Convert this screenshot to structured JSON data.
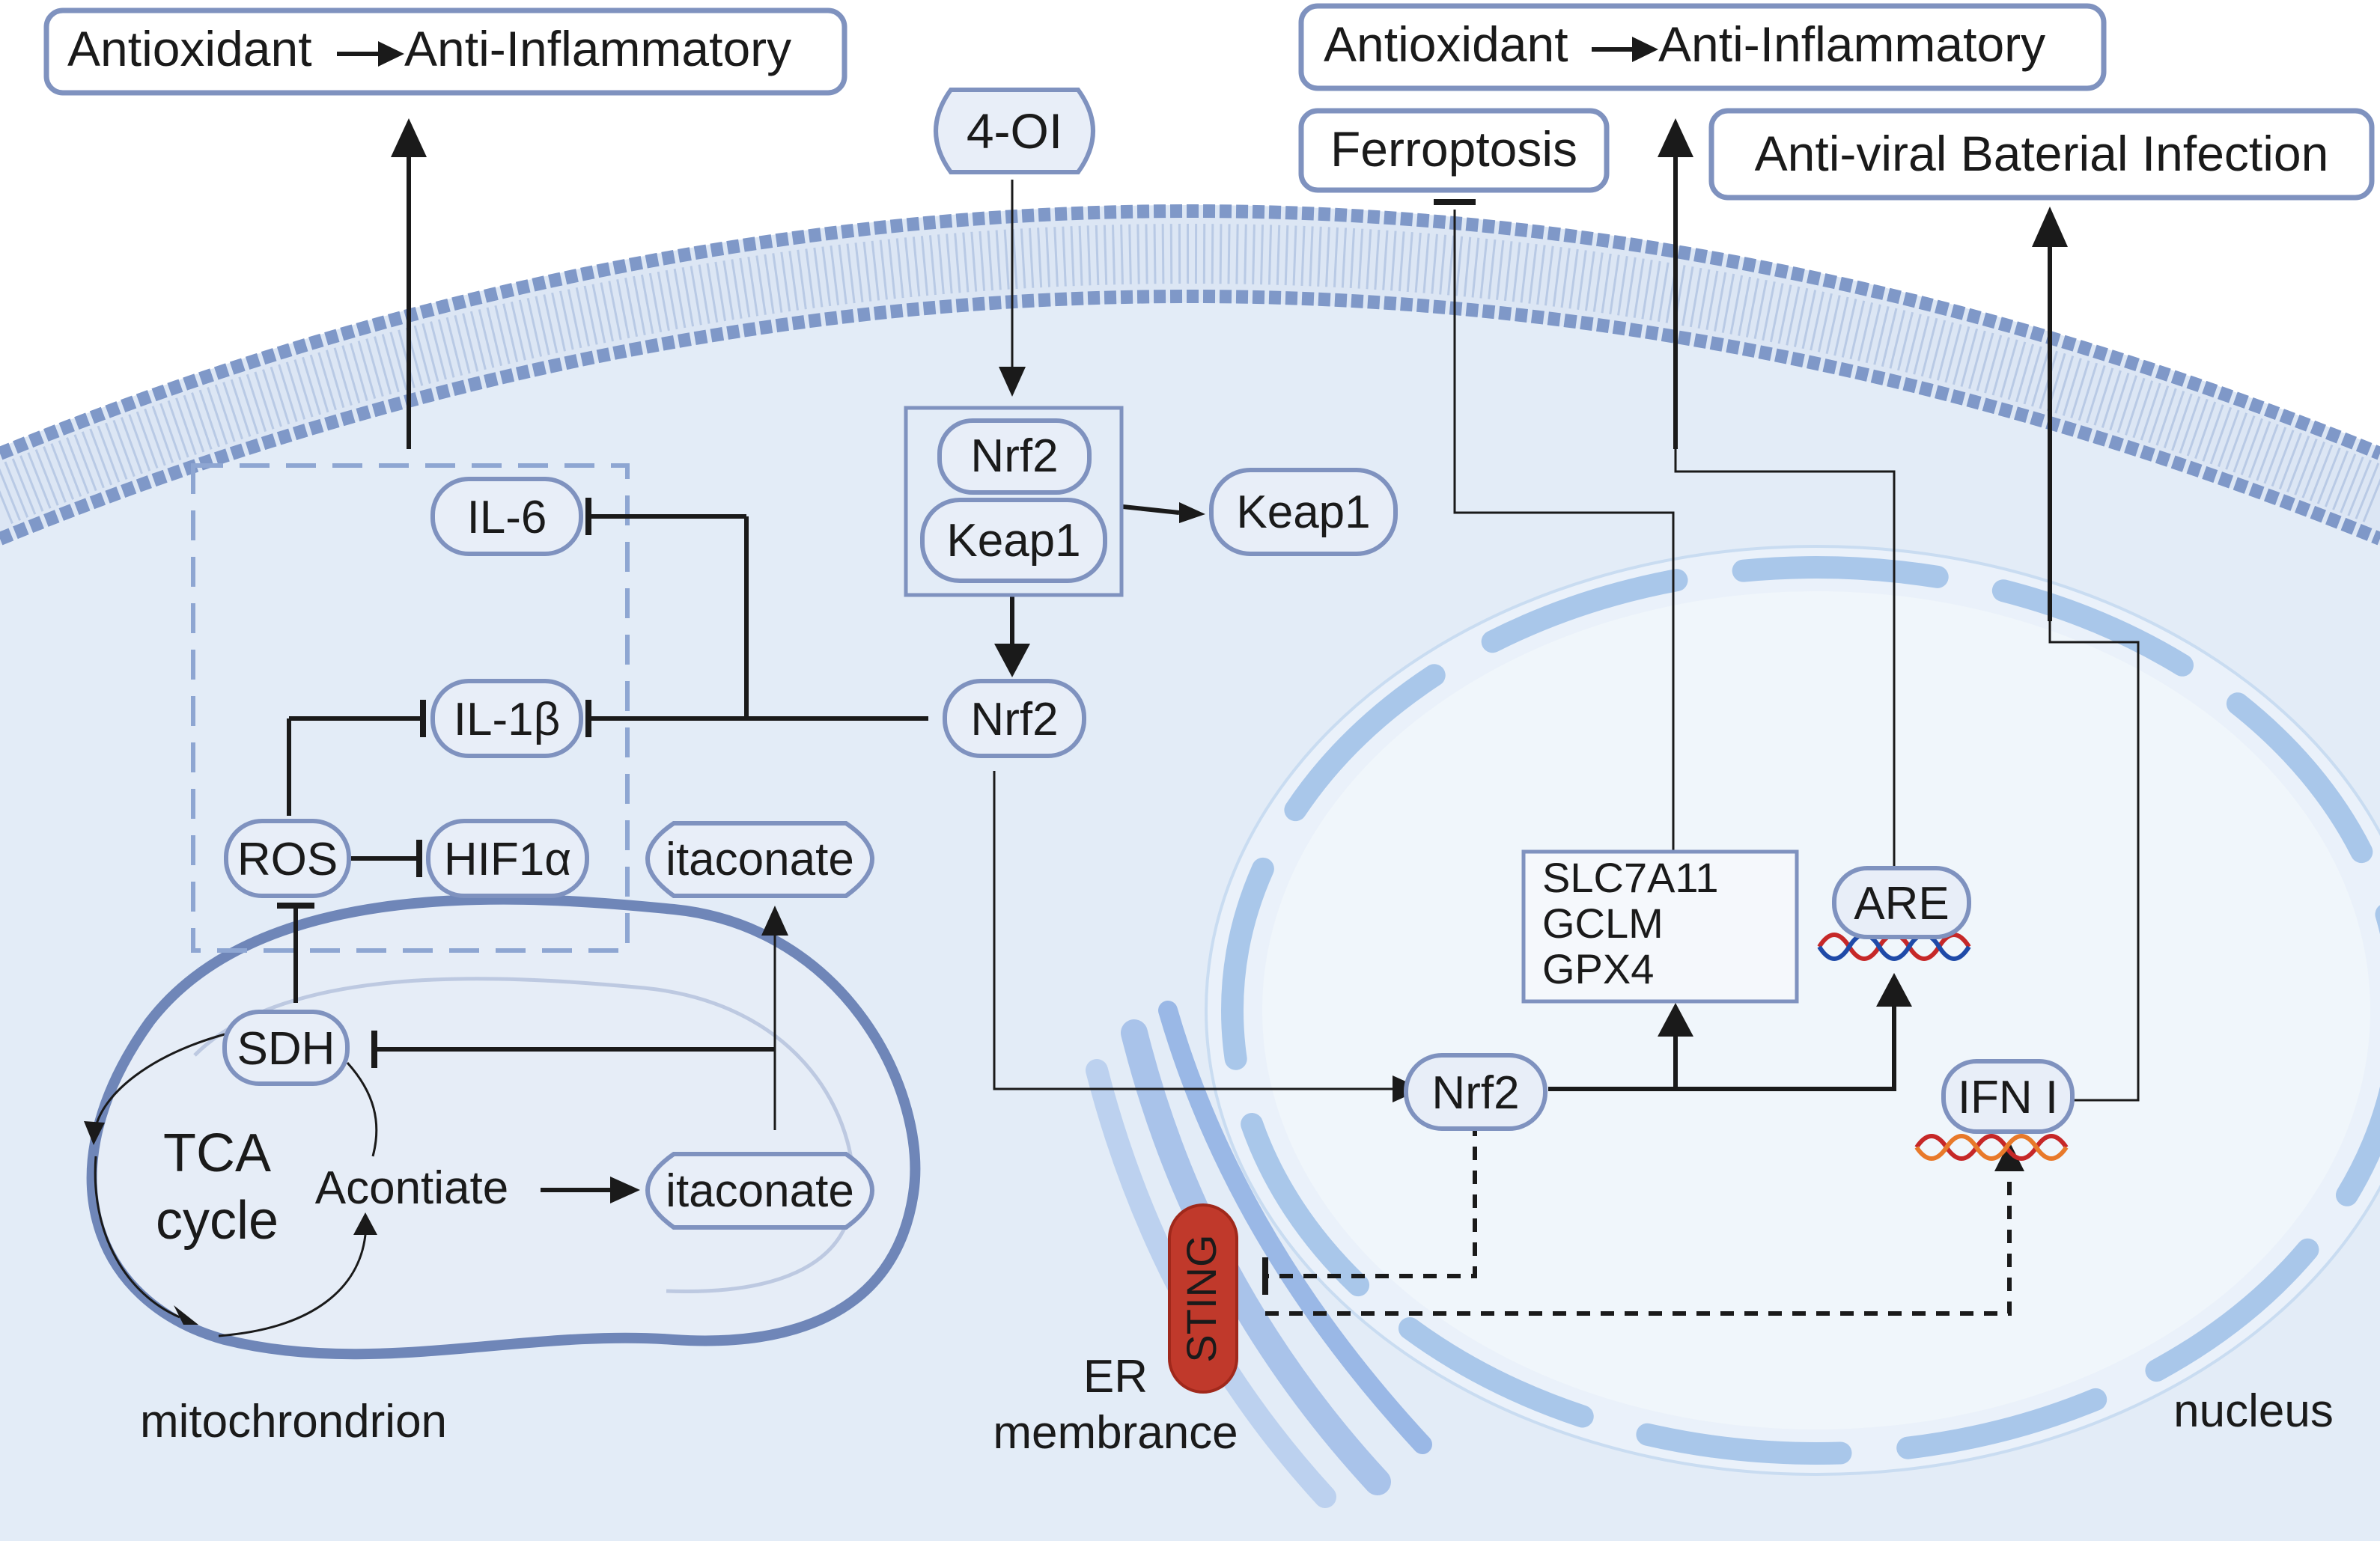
{
  "outcomes": {
    "left_antioxidant": "Antioxidant",
    "left_anti_inflammatory": "Anti-Inflammatory",
    "right_antioxidant": "Antioxidant",
    "right_anti_inflammatory": "Anti-Inflammatory",
    "ferroptosis": "Ferroptosis",
    "antiviral": "Anti-viral Baterial Infection"
  },
  "drug": "4-OI",
  "complex": {
    "nrf2": "Nrf2",
    "keap1": "Keap1"
  },
  "keap1_free": "Keap1",
  "nrf2_cyto": "Nrf2",
  "nrf2_nuclear": "Nrf2",
  "cytokines": {
    "il6": "IL-6",
    "il1b": "IL-1β",
    "hif1a": "HIF1α"
  },
  "ros": "ROS",
  "itaconate_out": "itaconate",
  "mito": {
    "sdh": "SDH",
    "tca_line1": "TCA",
    "tca_line2": "cycle",
    "aconitate": "Acontiate",
    "itaconate": "itaconate",
    "label": "mitochrondrion"
  },
  "genes": [
    "SLC7A11",
    "GCLM",
    "GPX4"
  ],
  "are": "ARE",
  "ifn": "IFN I",
  "sting": "STING",
  "er_label": [
    "ER",
    "membrance"
  ],
  "nucleus_label": "nucleus",
  "colors": {
    "cytoplasm": "#e3ecf7",
    "membrane": "#8ba3cf",
    "node_fill": "#e8eef8",
    "node_stroke": "#7f92bf",
    "sting": "#c0392b",
    "dna_red": "#c62828",
    "dna_blue": "#1f4aa8",
    "dna_cyan": "#3aa7d6",
    "dna_orange": "#e8792a"
  }
}
